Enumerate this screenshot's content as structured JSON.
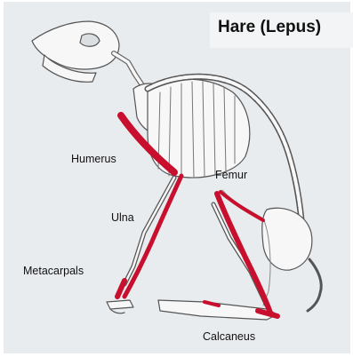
{
  "title": "Hare (Lepus)",
  "labels": {
    "humerus": "Humerus",
    "ulna": "Ulna",
    "metacarpals": "Metacarpals",
    "femur": "Femur",
    "calcaneus": "Calcaneus"
  },
  "colors": {
    "highlight_bone": "#c8102e",
    "bone": "#f7f7f7",
    "bone_outline": "#555555",
    "background": "#e9ecef"
  }
}
